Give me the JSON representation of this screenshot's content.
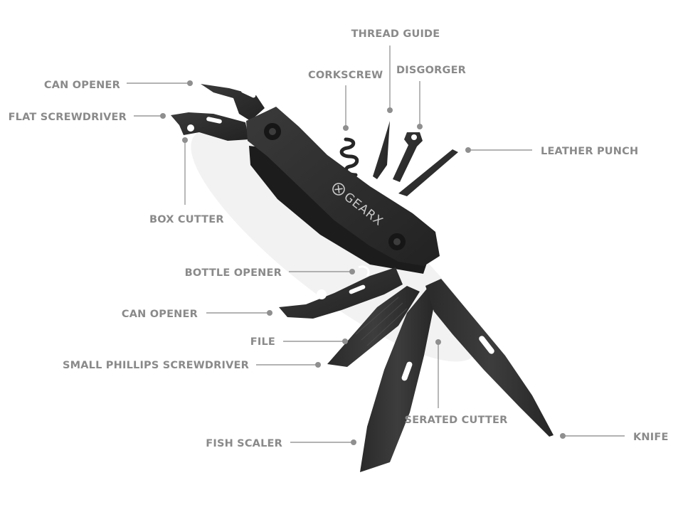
{
  "brand": {
    "name": "GEARX"
  },
  "callouts": {
    "thread_guide": "THREAD GUIDE",
    "corkscrew": "CORKSCREW",
    "disgorger": "DISGORGER",
    "can_opener_top": "CAN OPENER",
    "flat_screwdriver": "FLAT SCREWDRIVER",
    "leather_punch": "LEATHER PUNCH",
    "box_cutter": "BOX CUTTER",
    "bottle_opener": "BOTTLE OPENER",
    "can_opener_bottom": "CAN OPENER",
    "file": "FILE",
    "small_phillips_screwdriver": "SMALL PHILLIPS SCREWDRIVER",
    "serated_cutter": "SERATED CUTTER",
    "fish_scaler": "FISH SCALER",
    "knife": "KNIFE"
  },
  "colors": {
    "tool_body": "#2f2f2f",
    "tool_dark": "#1f1f1f",
    "label": "#8a8a8a",
    "leader": "#9a9a9a"
  }
}
